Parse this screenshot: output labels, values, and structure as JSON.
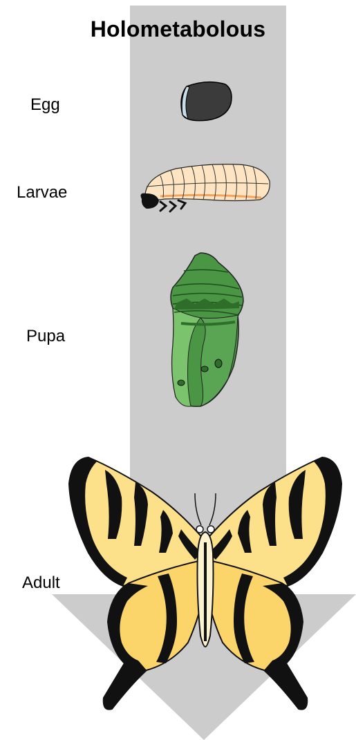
{
  "title": "Holometabolous",
  "stages": [
    {
      "id": "egg",
      "label": "Egg"
    },
    {
      "id": "larvae",
      "label": "Larvae"
    },
    {
      "id": "pupa",
      "label": "Pupa"
    },
    {
      "id": "adult",
      "label": "Adult"
    }
  ],
  "colors": {
    "arrow": "#cccccc",
    "egg": "#3b3b3b",
    "egg_highlight": "#c9dde9",
    "larva_body": "#fde5c3",
    "larva_head": "#111111",
    "pupa_dark": "#4a9645",
    "pupa_light": "#7cc36e",
    "wing_yellow": "#fde08a",
    "wing_black": "#111111"
  },
  "icons": [
    "egg-icon",
    "larva-icon",
    "pupa-icon",
    "butterfly-icon",
    "down-arrow-icon"
  ]
}
